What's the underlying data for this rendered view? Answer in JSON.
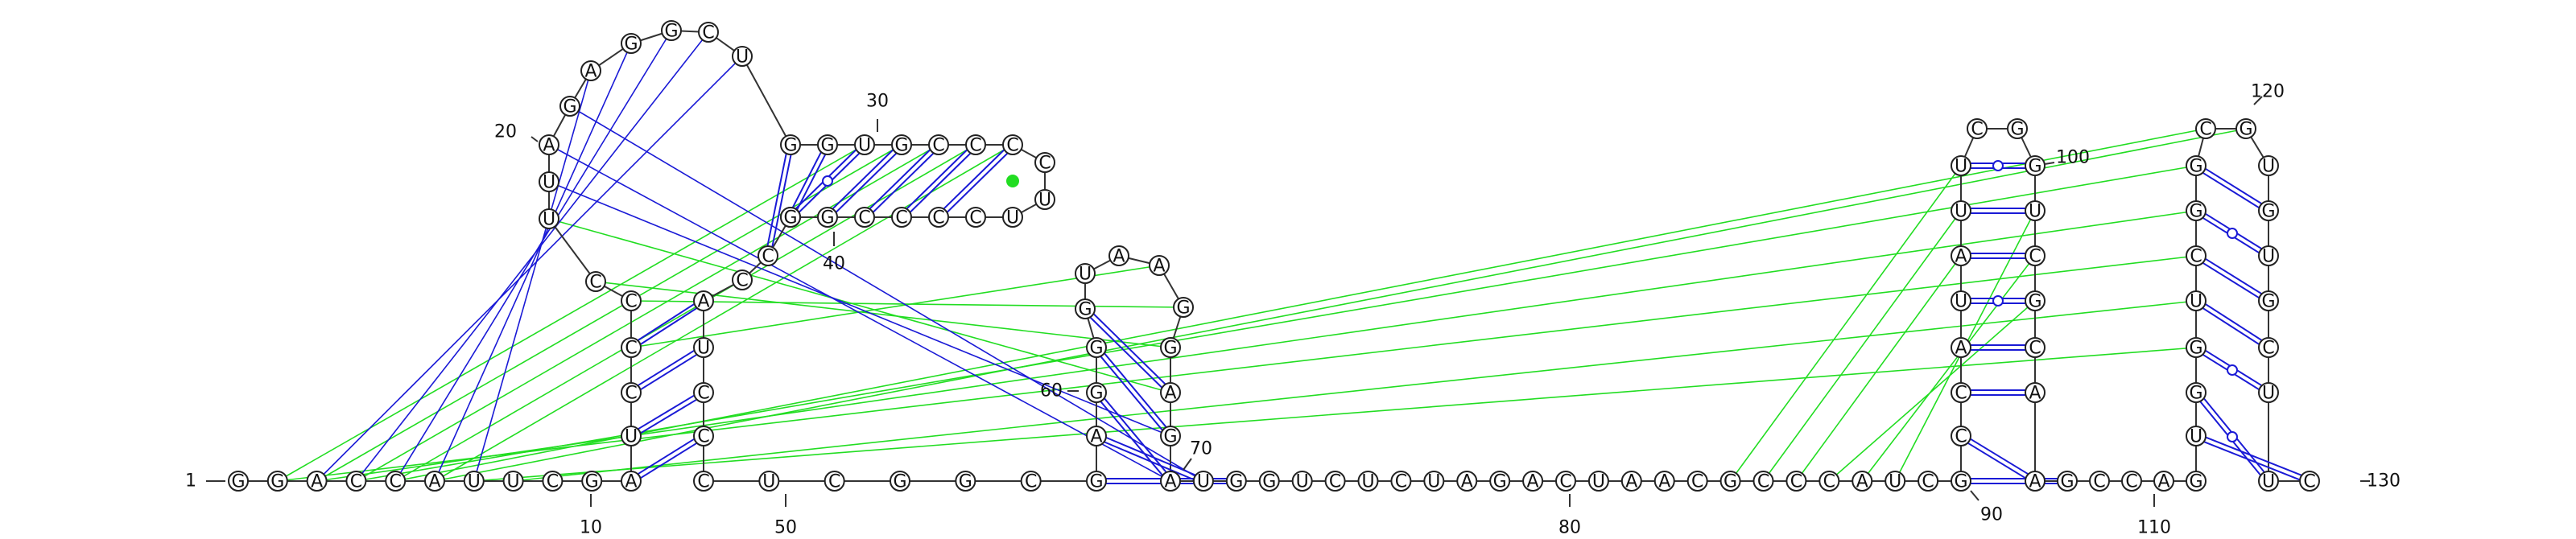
{
  "sequence": "GGACCAUUCGAUCCCCUUAGAGGCUGGUGCCCCUUCCCCGGGCCAUCCCUCGGCGAGGGUAAGGAGAUGGUCUCUAGACUAACGCCCAUCGCCAUAUUCGGUCGCAAGCCAGUGGUCGGCGUGUGCUUC",
  "numbers": [
    {
      "n": "1",
      "text": "1"
    },
    {
      "n": "10",
      "text": "10"
    },
    {
      "n": "20",
      "text": "20"
    },
    {
      "n": "30",
      "text": "30"
    },
    {
      "n": "40",
      "text": "40"
    },
    {
      "n": "50",
      "text": "50"
    },
    {
      "n": "60",
      "text": "60"
    },
    {
      "n": "70",
      "text": "70"
    },
    {
      "n": "80",
      "text": "80"
    },
    {
      "n": "90",
      "text": "90"
    },
    {
      "n": "100",
      "text": "100"
    },
    {
      "n": "110",
      "text": "110"
    },
    {
      "n": "120",
      "text": "120"
    },
    {
      "n": "130",
      "text": "130"
    }
  ],
  "pairs": [
    [
      11,
      48
    ],
    [
      12,
      47
    ],
    [
      13,
      46
    ],
    [
      14,
      45
    ],
    [
      26,
      43
    ],
    [
      27,
      42
    ],
    [
      28,
      41
    ],
    [
      29,
      40
    ],
    [
      30,
      39
    ],
    [
      31,
      38
    ],
    [
      32,
      37
    ],
    [
      55,
      69
    ],
    [
      56,
      68
    ],
    [
      57,
      67
    ],
    [
      58,
      66
    ],
    [
      59,
      65
    ],
    [
      91,
      108
    ],
    [
      92,
      107
    ],
    [
      93,
      106
    ],
    [
      94,
      105
    ],
    [
      95,
      104
    ],
    [
      96,
      103
    ],
    [
      97,
      102
    ],
    [
      98,
      101
    ],
    [
      113,
      129
    ],
    [
      114,
      128
    ],
    [
      115,
      127
    ],
    [
      116,
      126
    ],
    [
      117,
      125
    ],
    [
      118,
      124
    ],
    [
      119,
      123
    ]
  ],
  "colors": {
    "pair_line": "#1a1ad6",
    "gu_marker": "#1a1ad6",
    "green_link": "#22dd22",
    "green_dot": "#22dd22",
    "blue_link": "#1a1ad6"
  }
}
